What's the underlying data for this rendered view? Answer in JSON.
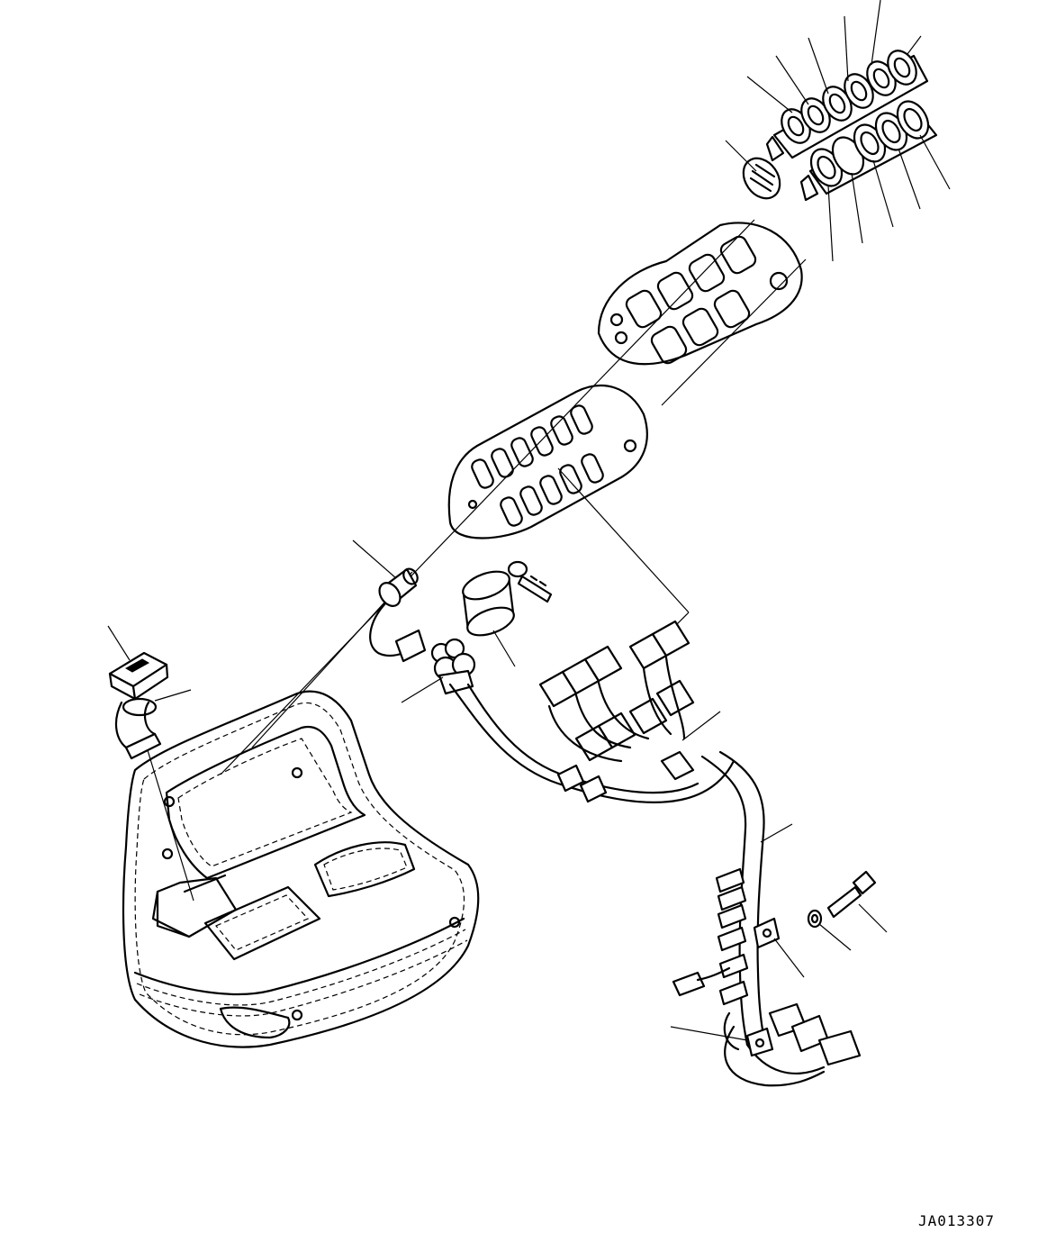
{
  "drawing_code": "JA013307",
  "parts": [
    {
      "id": "panel-switch-row-upper"
    },
    {
      "id": "panel-switch-row-lower"
    },
    {
      "id": "rotary-knob"
    },
    {
      "id": "switch-nameplate"
    },
    {
      "id": "switch-panel-plate"
    },
    {
      "id": "indicator-switch-with-lead"
    },
    {
      "id": "key-switch"
    },
    {
      "id": "connector-plug"
    },
    {
      "id": "rocker-switch"
    },
    {
      "id": "rocker-switch-bracket"
    },
    {
      "id": "wiring-harness"
    },
    {
      "id": "harness-main"
    },
    {
      "id": "bolt"
    },
    {
      "id": "washer"
    },
    {
      "id": "clamp"
    },
    {
      "id": "clip"
    },
    {
      "id": "console-cover"
    }
  ]
}
